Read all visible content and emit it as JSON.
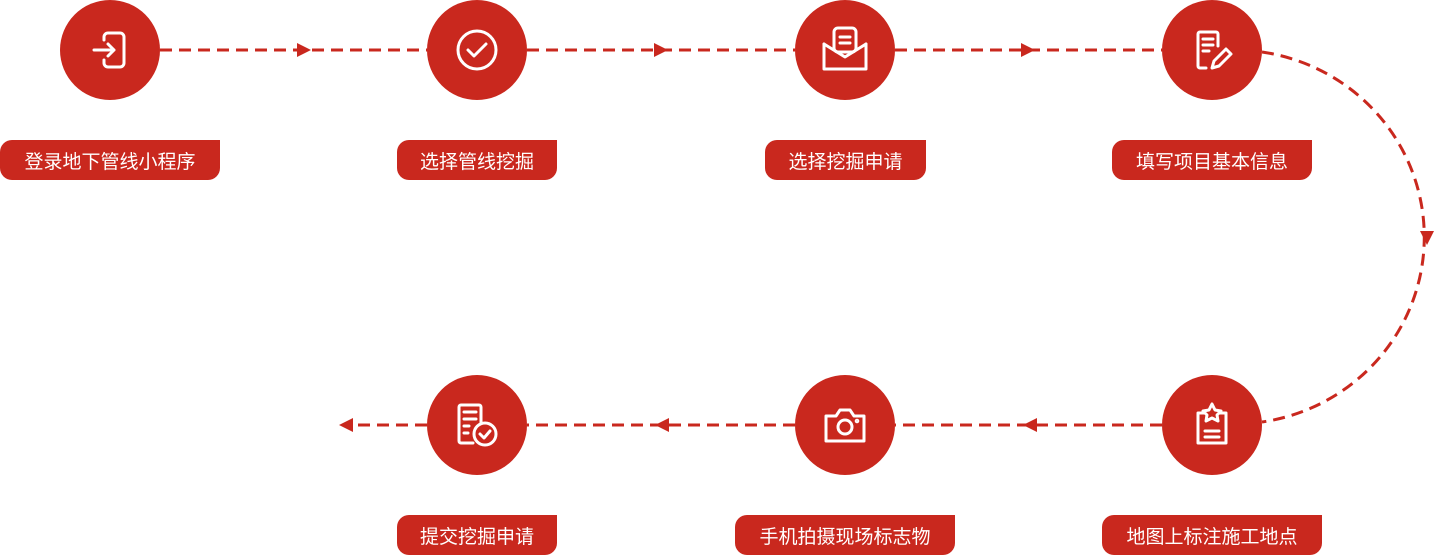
{
  "colors": {
    "accent": "#c9281e"
  },
  "steps": [
    {
      "label": "登录地下管线小程序",
      "icon": "login-icon"
    },
    {
      "label": "选择管线挖掘",
      "icon": "check-circle-icon"
    },
    {
      "label": "选择挖掘申请",
      "icon": "mail-open-icon"
    },
    {
      "label": "填写项目基本信息",
      "icon": "edit-document-icon"
    },
    {
      "label": "地图上标注施工地点",
      "icon": "clipboard-star-icon"
    },
    {
      "label": "手机拍摄现场标志物",
      "icon": "camera-icon"
    },
    {
      "label": "提交挖掘申请",
      "icon": "document-check-icon"
    }
  ]
}
